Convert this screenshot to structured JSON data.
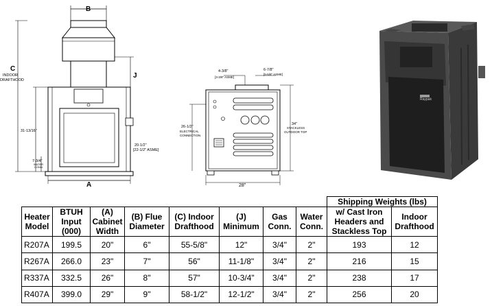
{
  "front_view": {
    "b_label": "B",
    "c_label": "C",
    "c_desc_1": "INDOOR",
    "c_desc_2": "DRAFTHOOD",
    "j_label": "J",
    "height_label": "31-13/16\"",
    "side_label_1": "7-3/4\"",
    "side_label_2": "WATER",
    "side_label_3": "CONN.",
    "inlet_label_1": "20-1/2\"",
    "inlet_label_2": "[22-1/2\" ASME]",
    "a_label": "A"
  },
  "rear_view": {
    "dim_left_1": "4-3/8\"",
    "dim_left_2": "[3-3/8\" ASME]",
    "dim_right_1": "6-7/8\"",
    "dim_right_2": "[5-5/8\" ASME]",
    "elec_1": "26-1/2\"",
    "elec_2": "ELECTRICAL",
    "elec_3": "CONNECTION",
    "stack_1": "34\"",
    "stack_2": "STACKLESS",
    "stack_3": "OUTDOOR TOP",
    "width": "28\""
  },
  "photo": {
    "brand": "Raypak"
  },
  "table": {
    "group_header": "Shipping Weights (lbs)",
    "headers": {
      "model": "Heater Model",
      "btuh": "BTUH Input (000)",
      "cabinet": "(A) Cabinet Width",
      "flue": "(B) Flue Diameter",
      "drafthood": "(C) Indoor Drafthood",
      "minimum": "(J) Minimum",
      "gas": "Gas Conn.",
      "water": "Water Conn.",
      "cast_iron": "w/ Cast Iron Headers and Stackless Top",
      "indoor": "Indoor Drafthood"
    },
    "rows": [
      {
        "model": "R207A",
        "btuh": "199.5",
        "cabinet": "20\"",
        "flue": "6\"",
        "drafthood": "55-5/8\"",
        "minimum": "12\"",
        "gas": "3/4\"",
        "water": "2\"",
        "cast_iron": "193",
        "indoor": "12"
      },
      {
        "model": "R267A",
        "btuh": "266.0",
        "cabinet": "23\"",
        "flue": "7\"",
        "drafthood": "56\"",
        "minimum": "11-1/8\"",
        "gas": "3/4\"",
        "water": "2\"",
        "cast_iron": "216",
        "indoor": "15"
      },
      {
        "model": "R337A",
        "btuh": "332.5",
        "cabinet": "26\"",
        "flue": "8\"",
        "drafthood": "57\"",
        "minimum": "10-3/4\"",
        "gas": "3/4\"",
        "water": "2\"",
        "cast_iron": "238",
        "indoor": "17"
      },
      {
        "model": "R407A",
        "btuh": "399.0",
        "cabinet": "29\"",
        "flue": "9\"",
        "drafthood": "58-1/2\"",
        "minimum": "12-1/2\"",
        "gas": "3/4\"",
        "water": "2\"",
        "cast_iron": "256",
        "indoor": "20"
      }
    ]
  }
}
